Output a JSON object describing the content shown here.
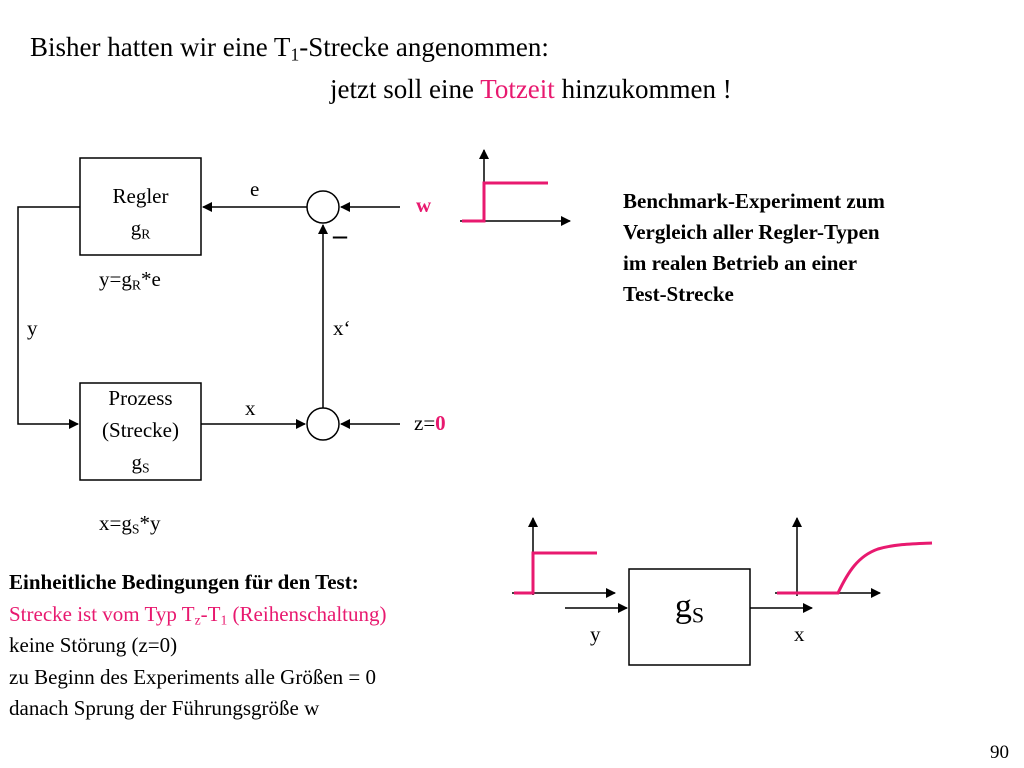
{
  "title": {
    "line1_pre": "Bisher hatten wir eine T",
    "line1_sub": "1",
    "line1_post": "-Strecke angenommen:",
    "line2_pre": "jetzt soll eine ",
    "line2_highlight": "Totzeit",
    "line2_post": " hinzukommen !"
  },
  "block_diagram": {
    "regler": {
      "name": "Regler",
      "g": "g",
      "g_sub": "R"
    },
    "regler_eq": {
      "pre": "y=g",
      "sub": "R",
      "post": "*e"
    },
    "prozess": {
      "line1": "Prozess",
      "line2": "(Strecke)",
      "g": "g",
      "g_sub": "S"
    },
    "prozess_eq": {
      "pre": "x=g",
      "sub": "S",
      "post": "*y"
    },
    "signal_e": "e",
    "signal_w": "w",
    "minus": "–",
    "signal_y": "y",
    "signal_x_prime": "x‘",
    "signal_x": "x",
    "z_pre": "z=",
    "z_value": "0"
  },
  "benchmark_text": [
    "Benchmark-Experiment zum",
    "Vergleich aller Regler-Typen",
    "im realen Betrieb an einer",
    "Test-Strecke"
  ],
  "conditions": {
    "heading": "Einheitliche Bedingungen für den Test:",
    "strecke_pre": "Strecke ist vom Typ T",
    "strecke_sub1": "z",
    "strecke_mid": "-T",
    "strecke_sub2": "1",
    "strecke_post": " (Reihenschaltung)",
    "line3": "keine Störung (z=0)",
    "line4": "zu Beginn des Experiments alle Größen = 0",
    "line5": "danach Sprung der Führungsgröße w"
  },
  "small_diagram": {
    "g": "g",
    "g_sub": "S",
    "input": "y",
    "output": "x"
  },
  "page_number": "90",
  "colors": {
    "accent": "#e8196f",
    "line": "#000000"
  }
}
